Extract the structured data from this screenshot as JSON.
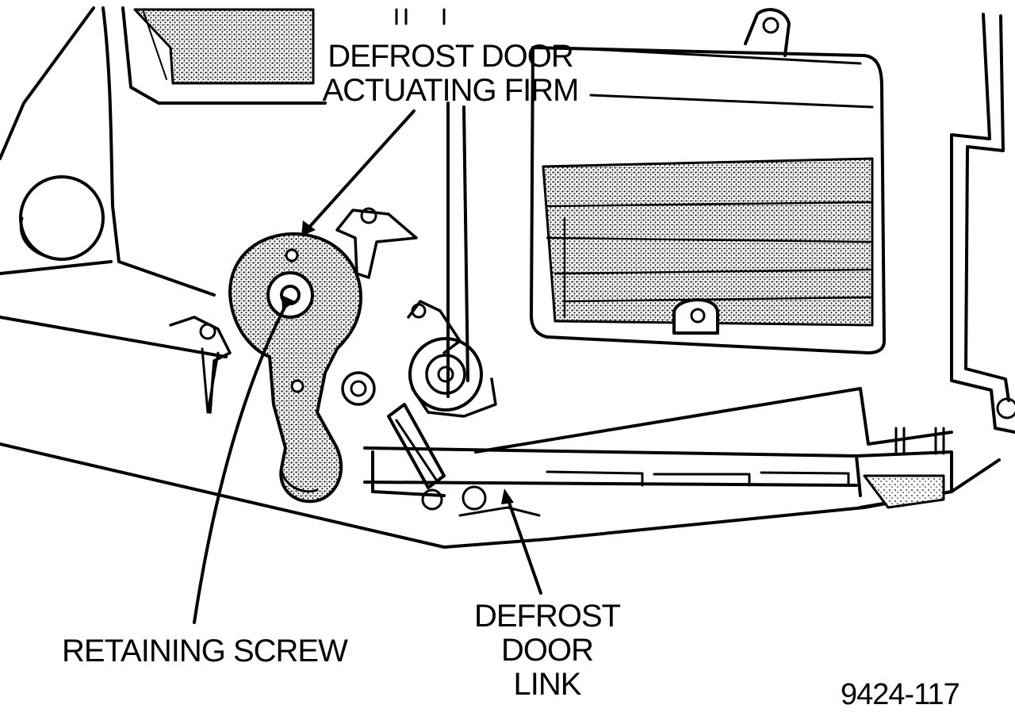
{
  "labels": {
    "actuating_arm": "DEFROST DOOR\nACTUATING FIRM",
    "retaining_screw": "RETAINING SCREW",
    "door_link": "DEFROST\nDOOR\nLINK"
  },
  "figure_number": "9424-117",
  "colors": {
    "ink": "#000000",
    "paper": "#ffffff",
    "stipple": "#9a9a9a"
  }
}
